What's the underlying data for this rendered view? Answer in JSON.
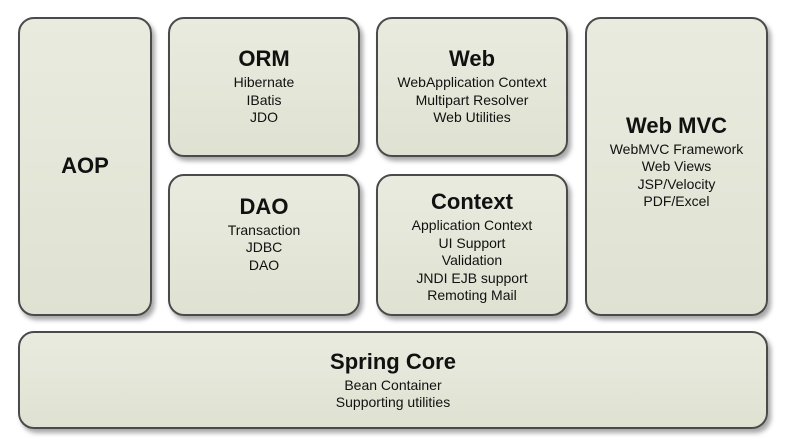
{
  "modules": {
    "aop": {
      "title": "AOP",
      "items": []
    },
    "orm": {
      "title": "ORM",
      "items": [
        "Hibernate",
        "IBatis",
        "JDO"
      ]
    },
    "web": {
      "title": "Web",
      "items": [
        "WebApplication Context",
        "Multipart Resolver",
        "Web Utilities"
      ]
    },
    "webmvc": {
      "title": "Web MVC",
      "items": [
        "WebMVC Framework",
        "Web Views",
        "JSP/Velocity",
        "PDF/Excel"
      ]
    },
    "dao": {
      "title": "DAO",
      "items": [
        "Transaction",
        "JDBC",
        "DAO"
      ]
    },
    "context": {
      "title": "Context",
      "items": [
        "Application Context",
        "UI Support",
        "Validation",
        "JNDI EJB support",
        "Remoting Mail"
      ]
    },
    "core": {
      "title": "Spring Core",
      "items": [
        "Bean Container",
        "Supporting utilities"
      ]
    }
  }
}
